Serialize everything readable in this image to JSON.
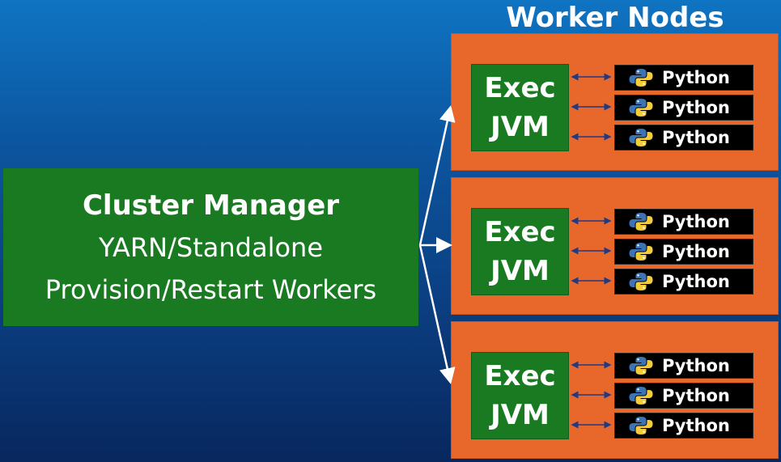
{
  "title": "Worker Nodes",
  "cluster_manager": {
    "title": "Cluster Manager",
    "line1": "YARN/Standalone",
    "line2": "Provision/Restart Workers"
  },
  "nodes": [
    {
      "exec_line1": "Exec",
      "exec_line2": "JVM",
      "workers": [
        "Python",
        "Python",
        "Python"
      ]
    },
    {
      "exec_line1": "Exec",
      "exec_line2": "JVM",
      "workers": [
        "Python",
        "Python",
        "Python"
      ]
    },
    {
      "exec_line1": "Exec",
      "exec_line2": "JVM",
      "workers": [
        "Python",
        "Python",
        "Python"
      ]
    }
  ],
  "colors": {
    "background_top": "#0f74c2",
    "background_bottom": "#08275e",
    "node": "#e8672a",
    "box_green": "#197a22",
    "python_bg": "#000000",
    "python_blue": "#3d74b5",
    "python_yellow": "#f5cd3a"
  },
  "icons": [
    "python-logo-icon"
  ]
}
